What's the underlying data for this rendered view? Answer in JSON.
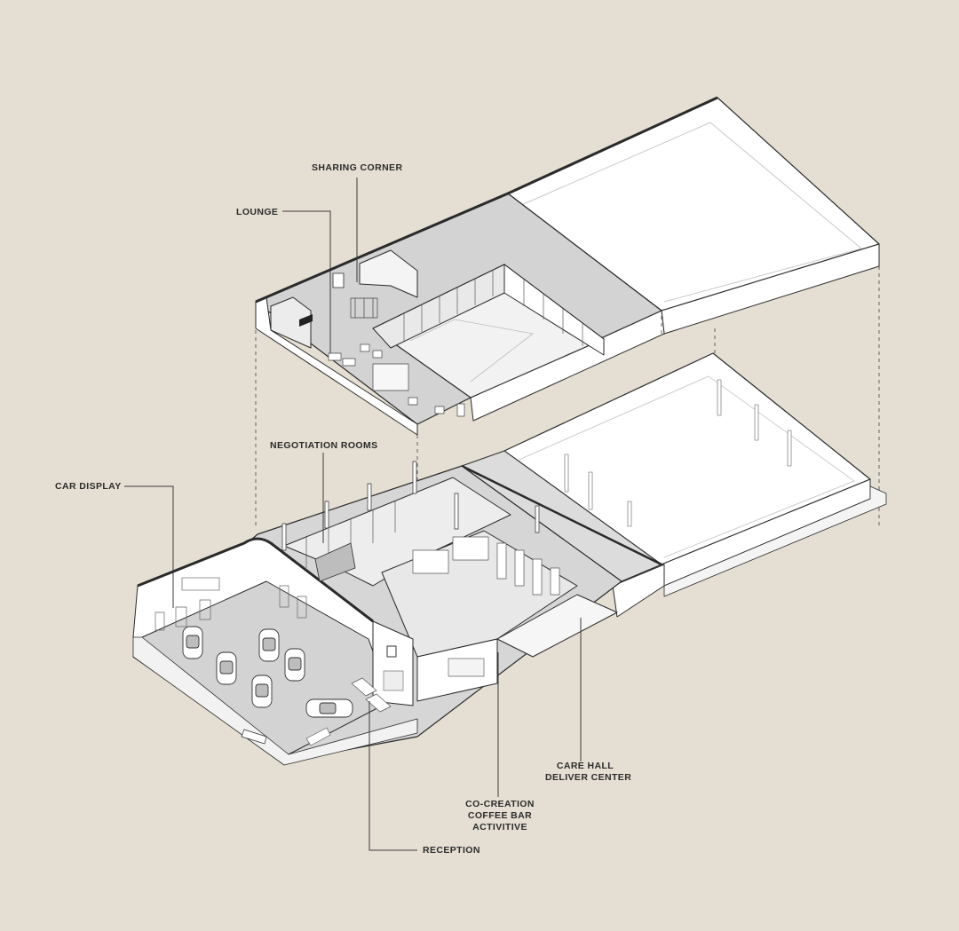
{
  "labels": {
    "sharing_corner": "SHARING CORNER",
    "lounge": "LOUNGE",
    "negotiation_rooms": "NEGOTIATION ROOMS",
    "car_display": "CAR DISPLAY",
    "care_hall": [
      "CARE HALL",
      "DELIVER CENTER"
    ],
    "co_creation": [
      "CO-CREATION",
      "COFFEE BAR",
      "ACTIVITIVE"
    ],
    "reception": "RECEPTION"
  },
  "colors": {
    "background": "#e5dfd3",
    "floor": "#d3d3d3",
    "wall": "#ffffff",
    "outline": "#2a2a2a",
    "leader": "#3a3a3a"
  }
}
